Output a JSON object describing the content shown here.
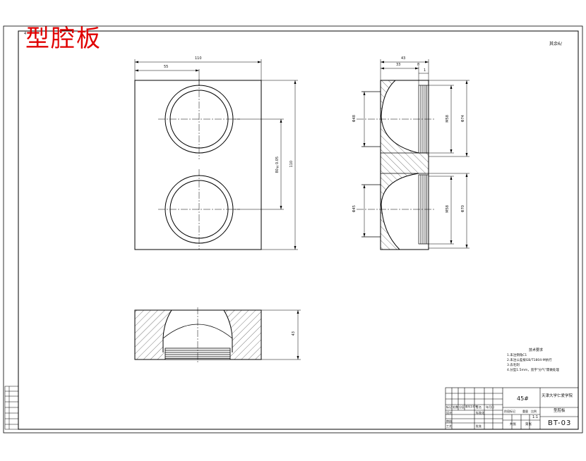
{
  "drawing": {
    "stamp_title": "型腔板",
    "corner_mark": "4",
    "roughness_note": "其余6/",
    "dimensions": {
      "top_width": "110",
      "top_half": "55",
      "top_height": "110",
      "center_distance": "80±0.05",
      "front_height": "43",
      "side_width": "43",
      "side_depth": "33",
      "side_step": "8",
      "side_small": "1",
      "side_upper_bore": "Φ48",
      "side_upper_thread": "M58",
      "side_upper_outer": "Φ74",
      "side_lower_bore": "Φ45",
      "side_lower_thread": "M58",
      "side_lower_outer": "Φ70"
    },
    "tech_notes": {
      "title": "技术要求",
      "items": [
        "1.未注倒角C1",
        "2.未注公差按GB/T1804-M执行",
        "3.去毛刺",
        "4.分型1.5mm，宽字\"分气\"需做处理"
      ]
    },
    "title_block": {
      "material": "45#",
      "school": "天津大学仁爱学院",
      "part_name": "型腔板",
      "drawing_no": "BT-03",
      "scale": "1:1",
      "labels": [
        "标记",
        "处数",
        "分区",
        "更改文件号",
        "签名",
        "年月日"
      ],
      "row_labels": [
        "设计",
        "标准化",
        "审核",
        "工艺",
        "批准"
      ],
      "mid_labels": [
        "阶段标记",
        "重量",
        "比例"
      ],
      "bottom_left": "共张",
      "bottom_mid": "第张"
    }
  }
}
